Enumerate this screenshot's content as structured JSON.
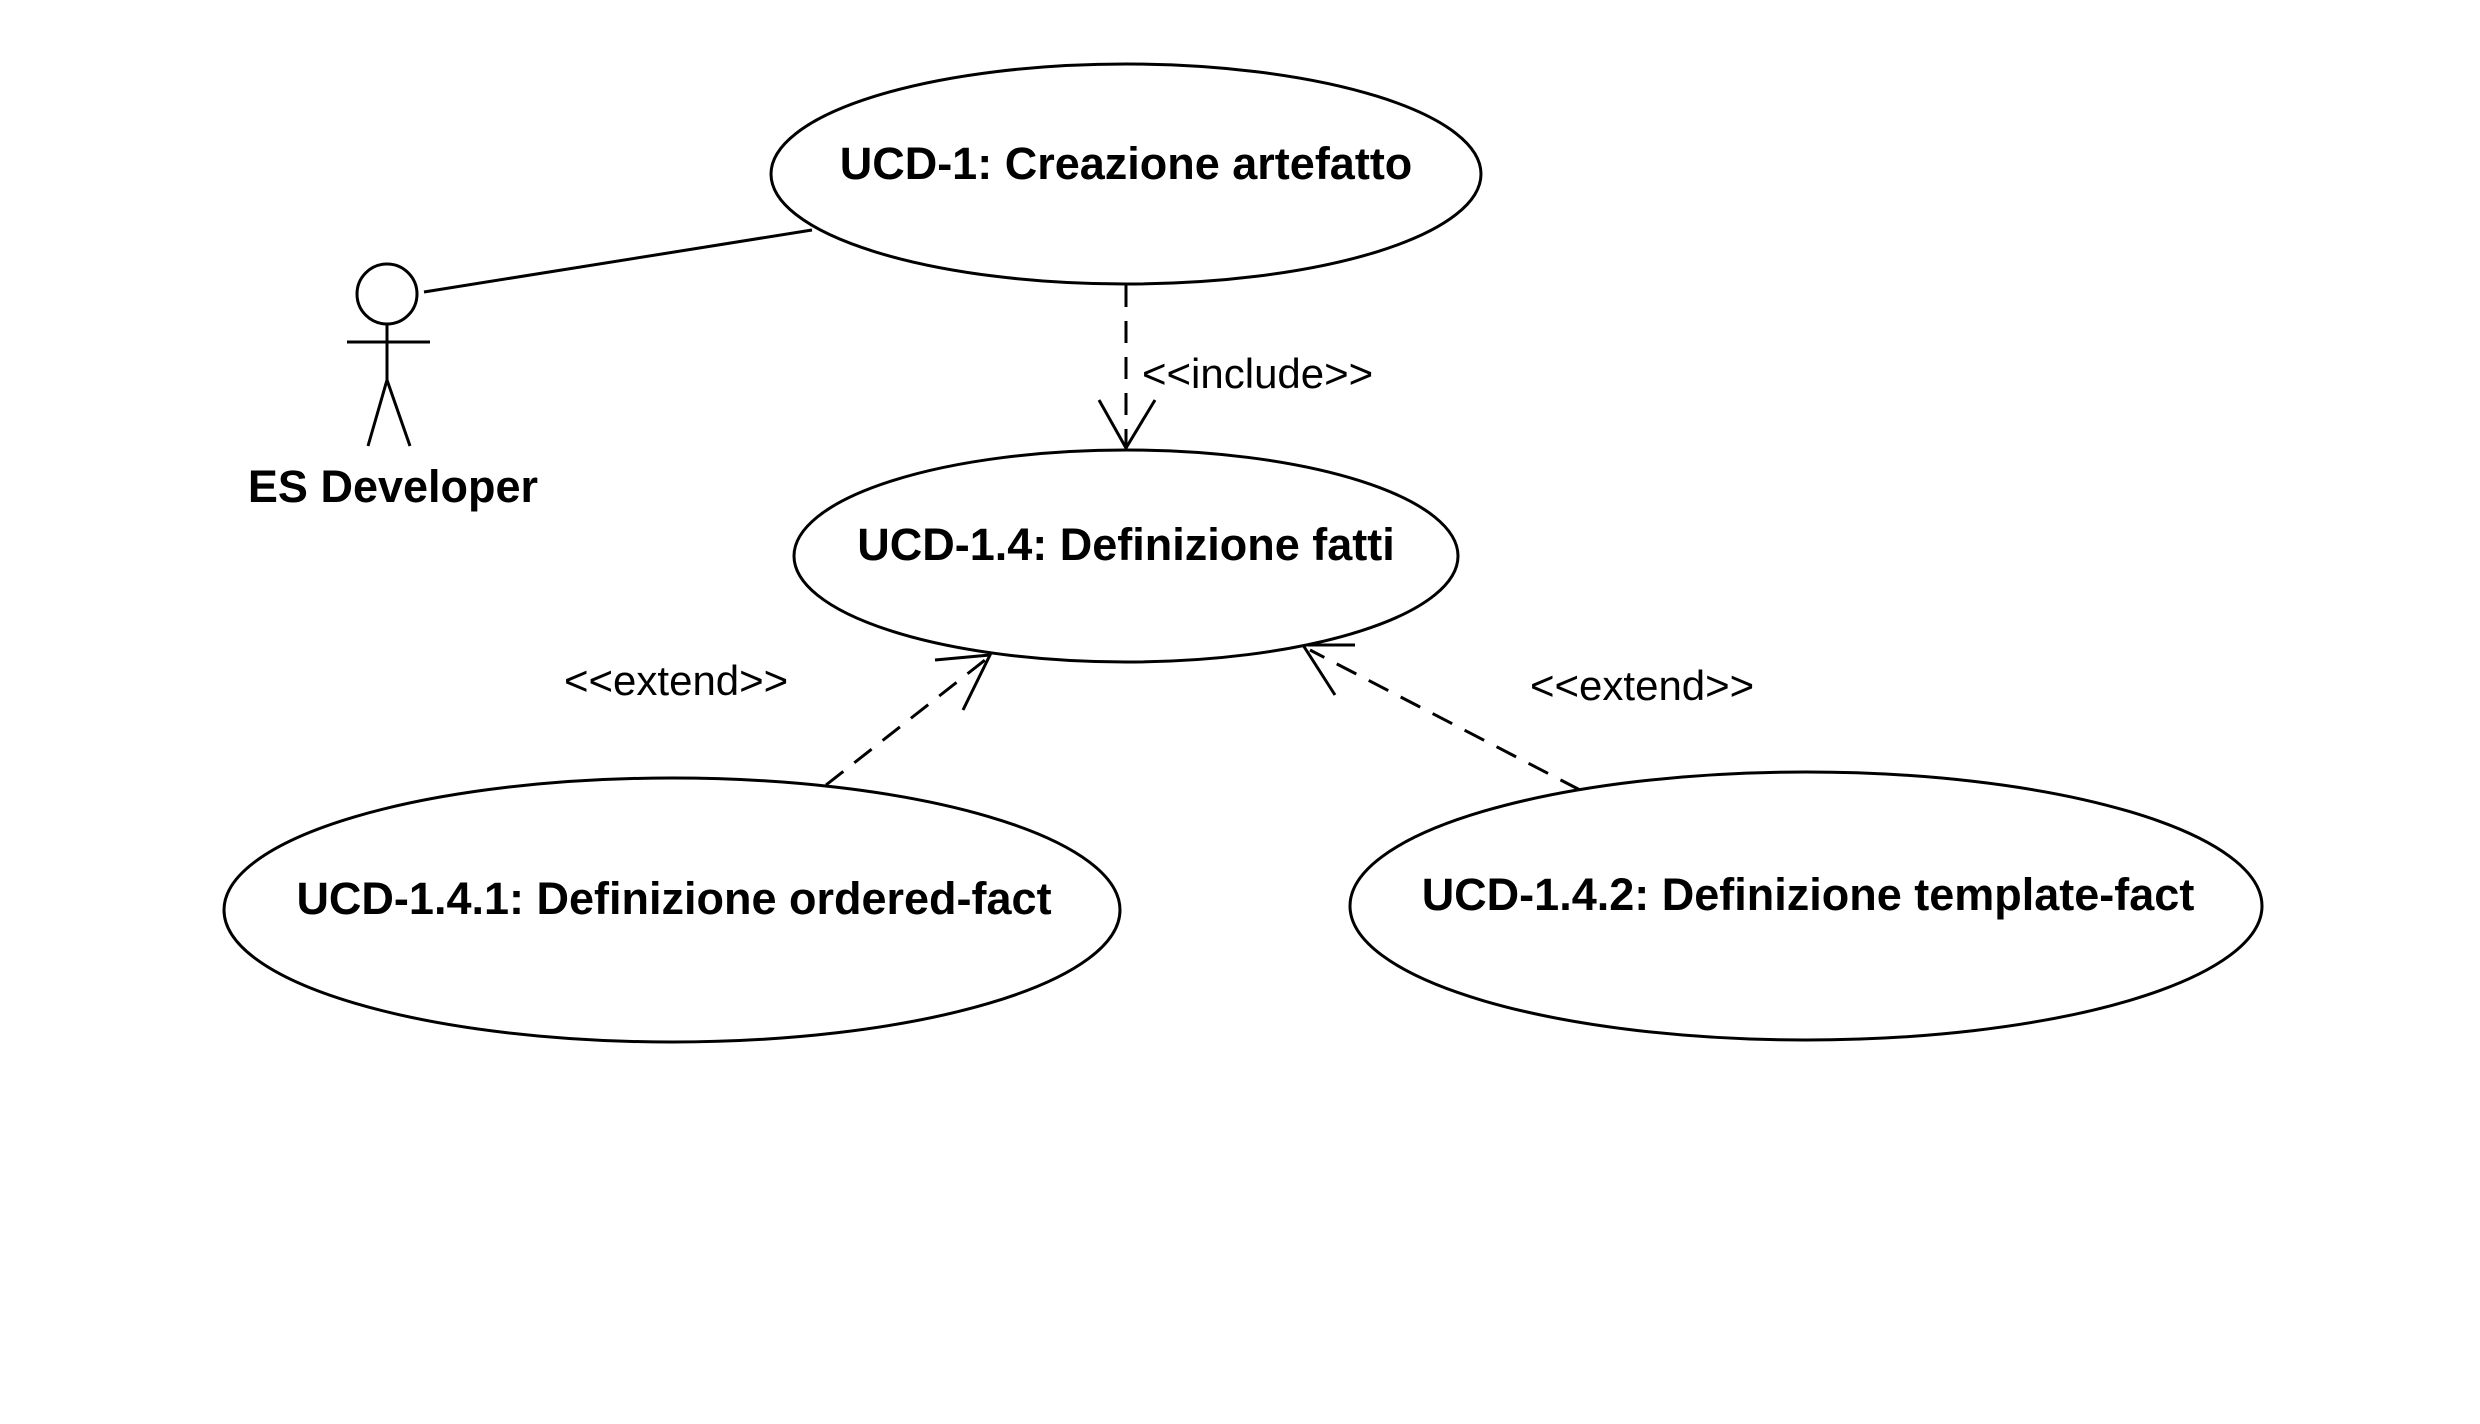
{
  "diagram": {
    "actor": {
      "name": "ES Developer",
      "icon": "stick-figure-icon"
    },
    "use_cases": [
      {
        "id": "ucd-1",
        "label": "UCD-1: Creazione artefatto"
      },
      {
        "id": "ucd-1-4",
        "label": "UCD-1.4: Definizione fatti"
      },
      {
        "id": "ucd-1-4-1",
        "label": "UCD-1.4.1: Definizione ordered-fact"
      },
      {
        "id": "ucd-1-4-2",
        "label": "UCD-1.4.2: Definizione template-fact"
      }
    ],
    "relations": [
      {
        "type": "association",
        "from": "ES Developer",
        "to": "UCD-1: Creazione artefatto"
      },
      {
        "type": "include",
        "from": "UCD-1: Creazione artefatto",
        "to": "UCD-1.4: Definizione fatti",
        "label": "<<include>>"
      },
      {
        "type": "extend",
        "from": "UCD-1.4.1: Definizione ordered-fact",
        "to": "UCD-1.4: Definizione fatti",
        "label": "<<extend>>"
      },
      {
        "type": "extend",
        "from": "UCD-1.4.2: Definizione template-fact",
        "to": "UCD-1.4: Definizione fatti",
        "label": "<<extend>>"
      }
    ]
  }
}
